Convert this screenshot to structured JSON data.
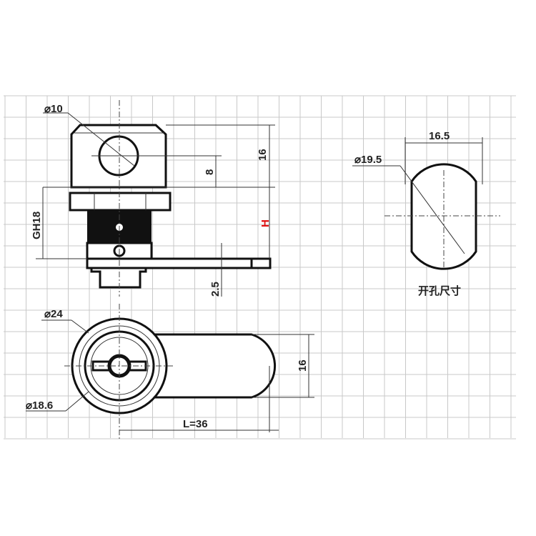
{
  "labels": {
    "dia10": "⌀10",
    "h16_top": "16",
    "h8": "8",
    "gh18": "GH18",
    "H": "H",
    "t25": "2.5",
    "dia24": "⌀24",
    "dia186": "⌀18.6",
    "w16": "16",
    "L": "L=36",
    "cut165": "16.5",
    "cut195": "⌀19.5",
    "cutout_caption": "开孔尺寸"
  },
  "colors": {
    "grid": "#c8c8c8",
    "H_label": "#e01010",
    "line": "#111111"
  }
}
